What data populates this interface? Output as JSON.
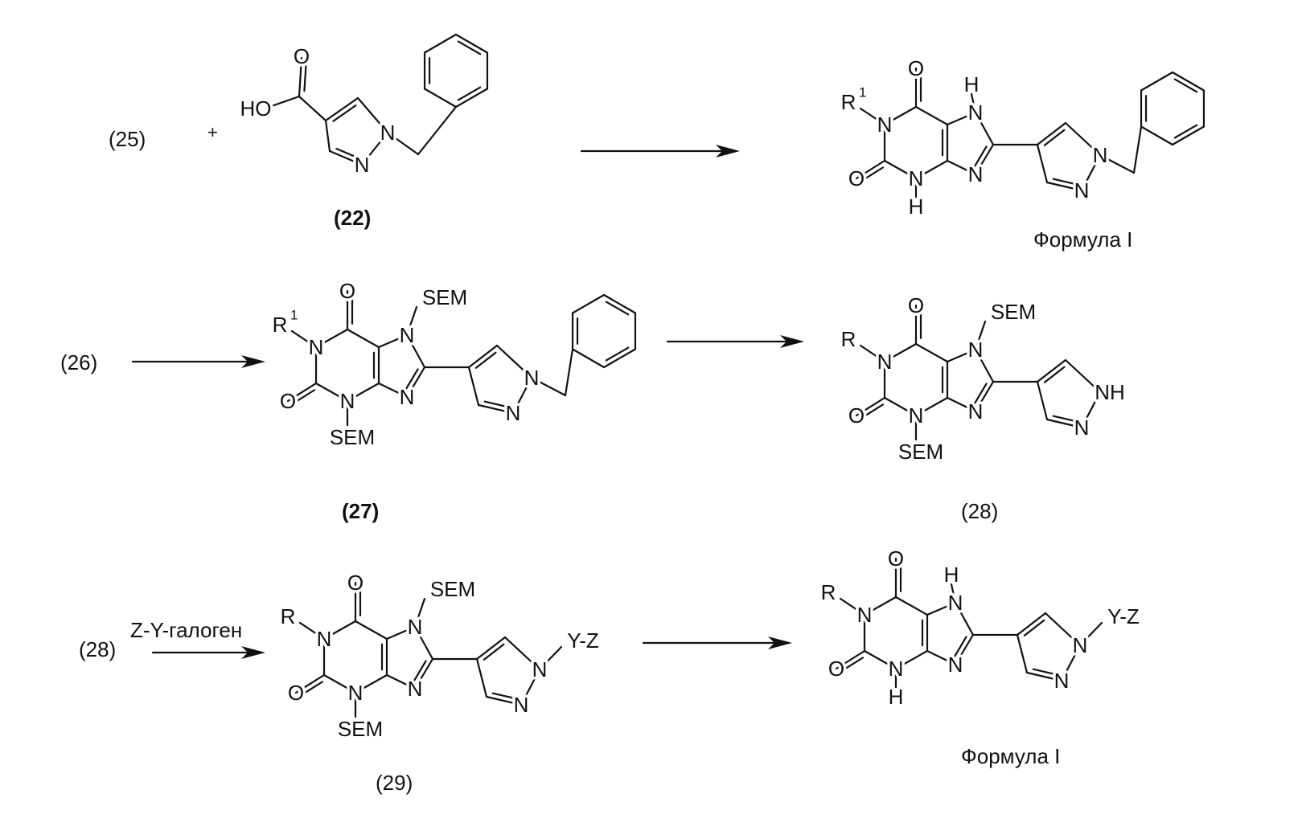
{
  "labels": {
    "c25": "(25)",
    "plus": "+",
    "c22": "(22)",
    "c26": "(26)",
    "c27": "(27)",
    "c28a": "(28)",
    "c28b": "(28)",
    "c29": "(29)",
    "formula1a": "Формула I",
    "formula1b": "Формула I",
    "reagent": "Z-Y-галоген"
  },
  "atoms": {
    "N": "N",
    "O": "O",
    "H": "H",
    "NH": "NH",
    "HO": "HO",
    "SEM": "SEM",
    "R": "R",
    "sup1": "1",
    "YZ": "Y-Z"
  }
}
